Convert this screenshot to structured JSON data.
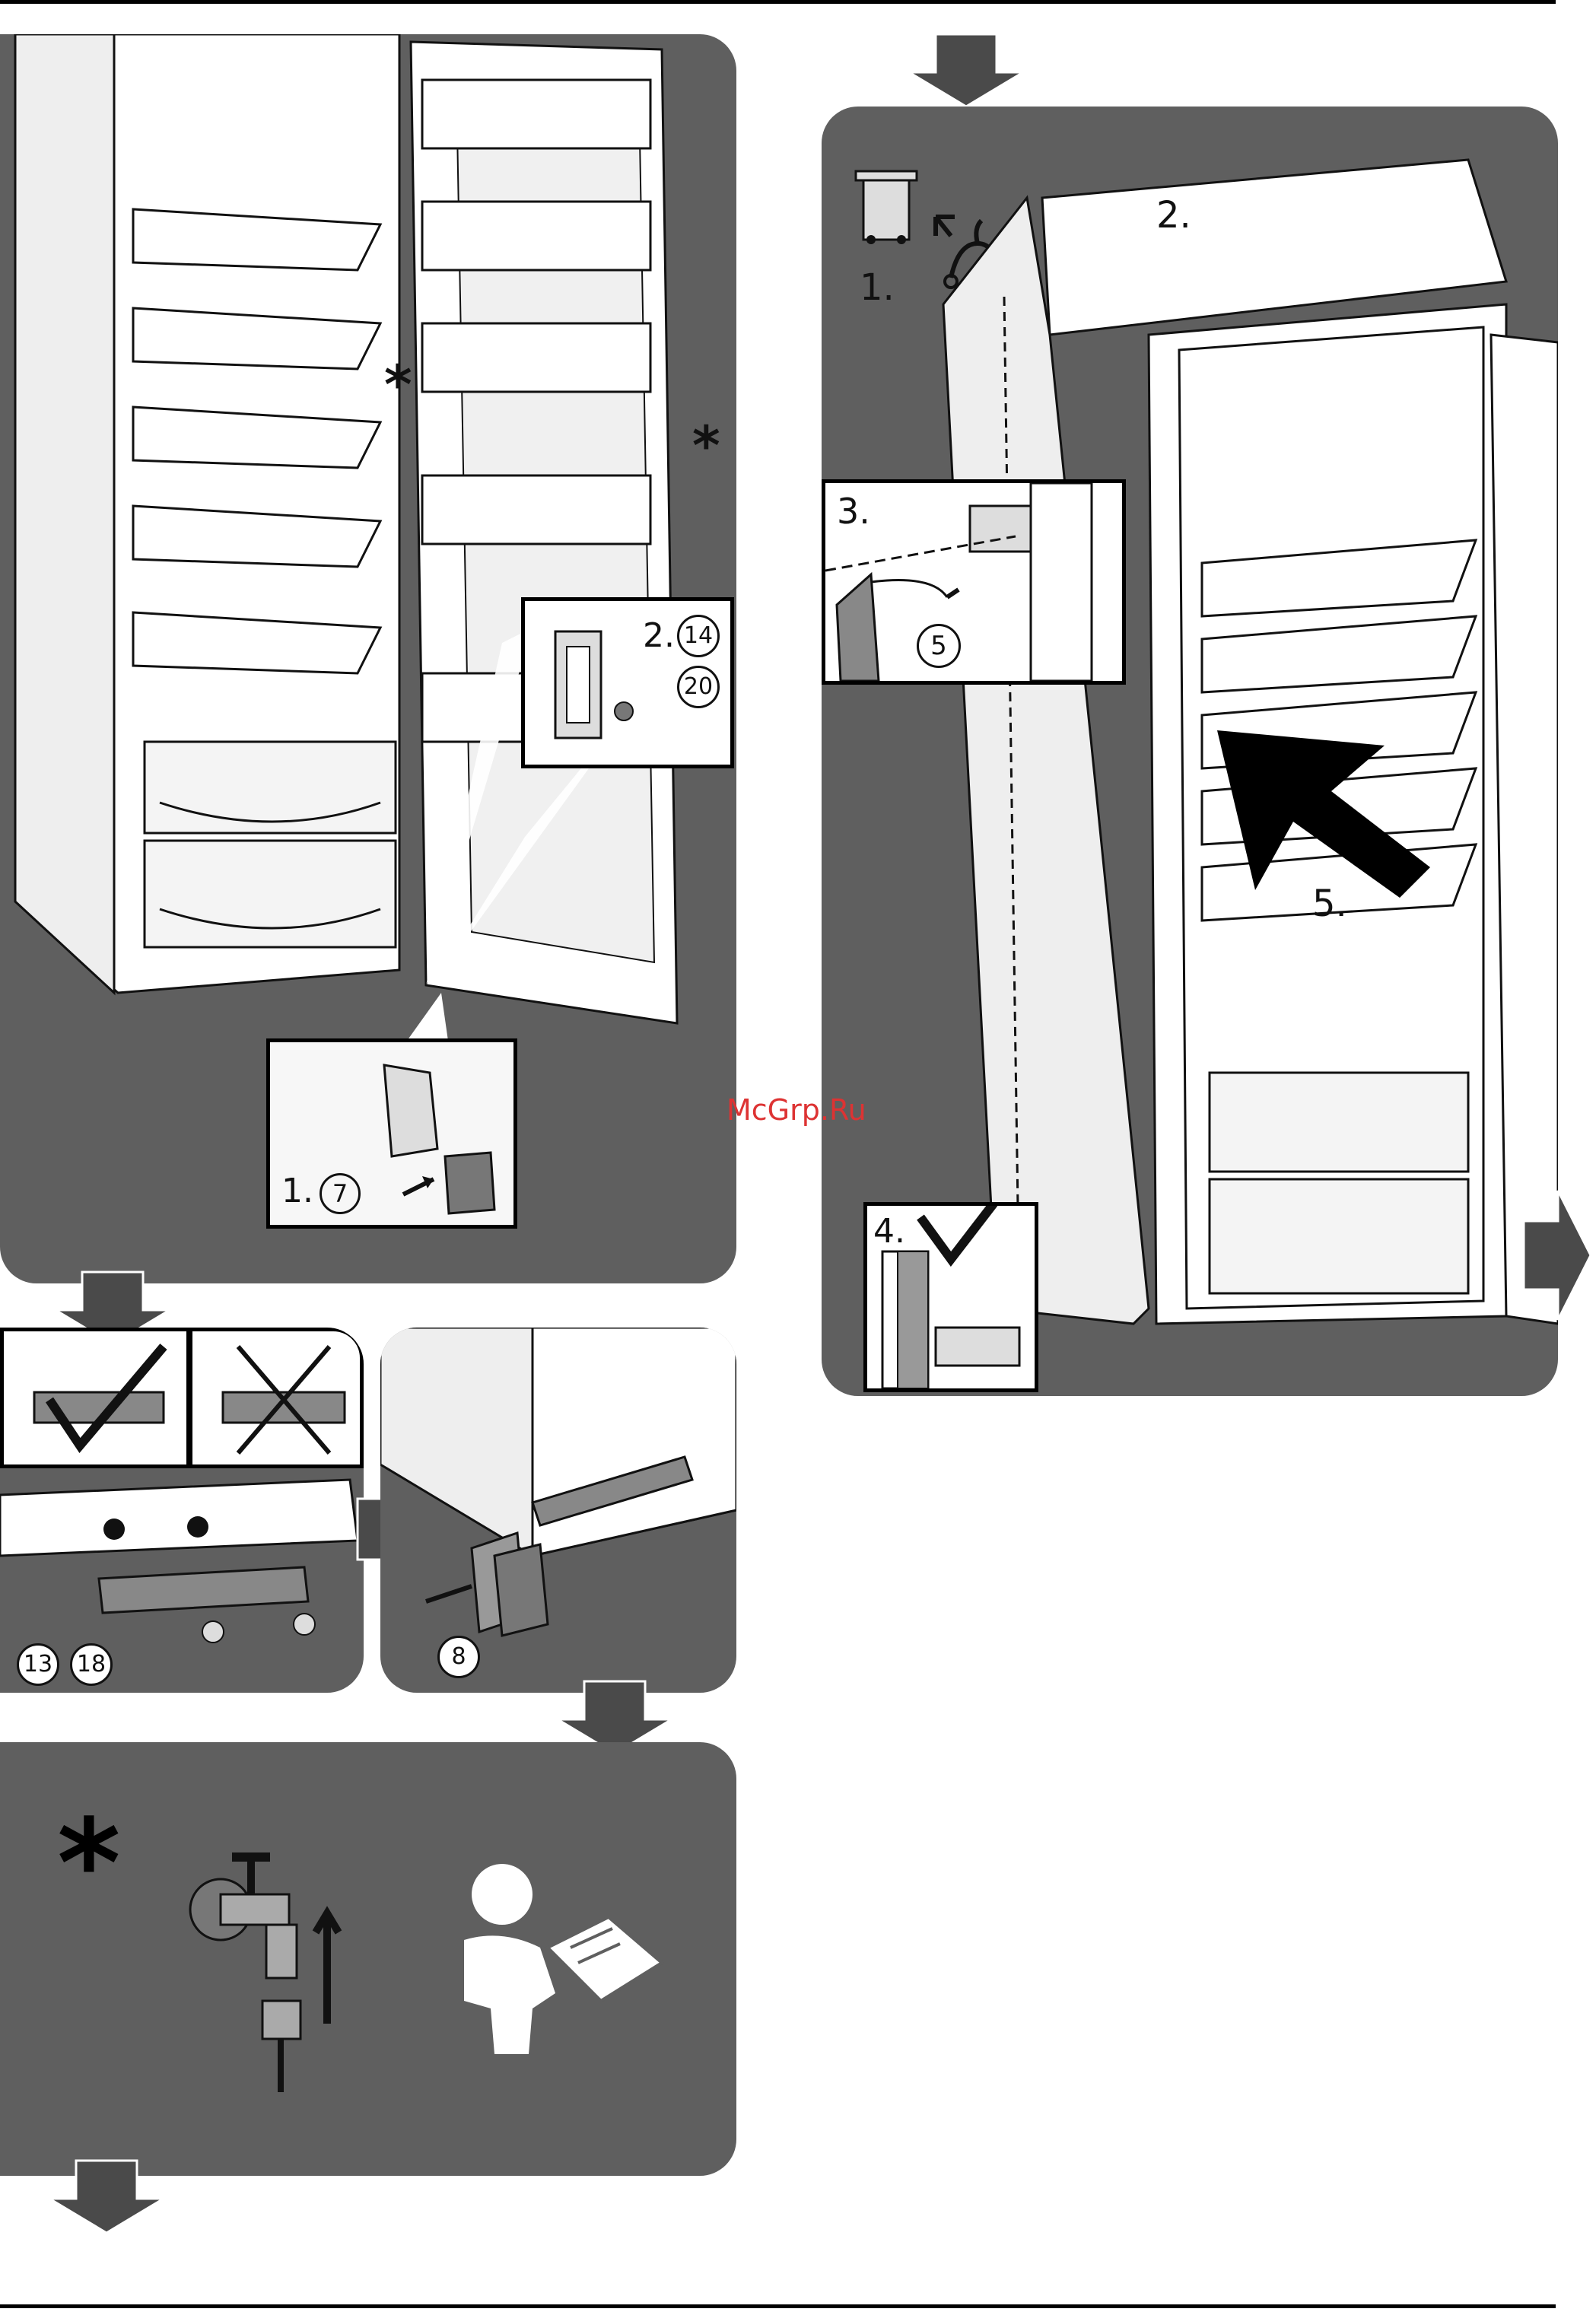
{
  "watermark": "McGrp.Ru",
  "panel_a": {
    "step1_label": "1.",
    "step1_part": "7",
    "step2_label": "2.",
    "step2_part_a": "14",
    "step2_part_b": "20",
    "asterisk_a": "*",
    "asterisk_b": "*"
  },
  "panel_b": {
    "part_a": "13",
    "part_b": "18"
  },
  "panel_c": {
    "part": "8"
  },
  "panel_d": {
    "asterisk": "*"
  },
  "panel_e": {
    "step1": "1.",
    "step2": "2.",
    "step3": "3.",
    "step3_part": "5",
    "step4": "4.",
    "step5": "5."
  },
  "colors": {
    "panel_gray": "#5f5f5f",
    "arrow_gray": "#4a4a4a",
    "inset_white": "#ffffff",
    "watermark_red": "#dd3333"
  }
}
